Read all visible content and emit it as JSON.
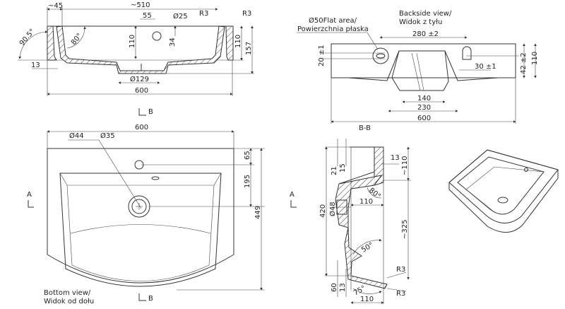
{
  "section_top": {
    "dims": {
      "d45": "~45",
      "d510": "~510",
      "d55": "55",
      "hole": "Ø25",
      "r3a": "R3",
      "r3b": "R3",
      "d110": "110",
      "d34": "34",
      "d110r": "110",
      "d157": "157",
      "ang905": "90.5°",
      "ang80": "80°",
      "d13": "13",
      "drain": "Ø129",
      "d600": "600"
    }
  },
  "back_view": {
    "title1": "Backside view/",
    "title2": "Widok z tyłu",
    "flat1": "Ø50Flat area/",
    "flat2": "Powierzchnia płaska",
    "dims": {
      "d280": "280 ±2",
      "d20": "20 ±1",
      "d42": "42 ±2",
      "d110": "110",
      "d30": "30 ±1",
      "d140": "140",
      "d230": "230",
      "d600": "600"
    },
    "section_label": "B-B"
  },
  "bottom_view": {
    "title1": "Bottom view/",
    "title2": "Widok od dołu",
    "dims": {
      "d600": "600",
      "d44": "Ø44",
      "d35": "Ø35",
      "d65": "65",
      "d195": "195",
      "d449": "449"
    },
    "cut_b": "B",
    "cut_a": "A"
  },
  "section_aa": {
    "dims": {
      "d420": "420",
      "d21": "21",
      "d15": "15",
      "d13": "13",
      "d110a": "~110",
      "ang80": "80°",
      "d48": "Ø48",
      "d110b": "110",
      "d325": "~325",
      "ang50": "50°",
      "r3a": "R3",
      "r3b": "R3",
      "d60": "60",
      "d13b": "13",
      "ang75": "75°",
      "d110c": "110"
    },
    "cut_a": "A"
  }
}
